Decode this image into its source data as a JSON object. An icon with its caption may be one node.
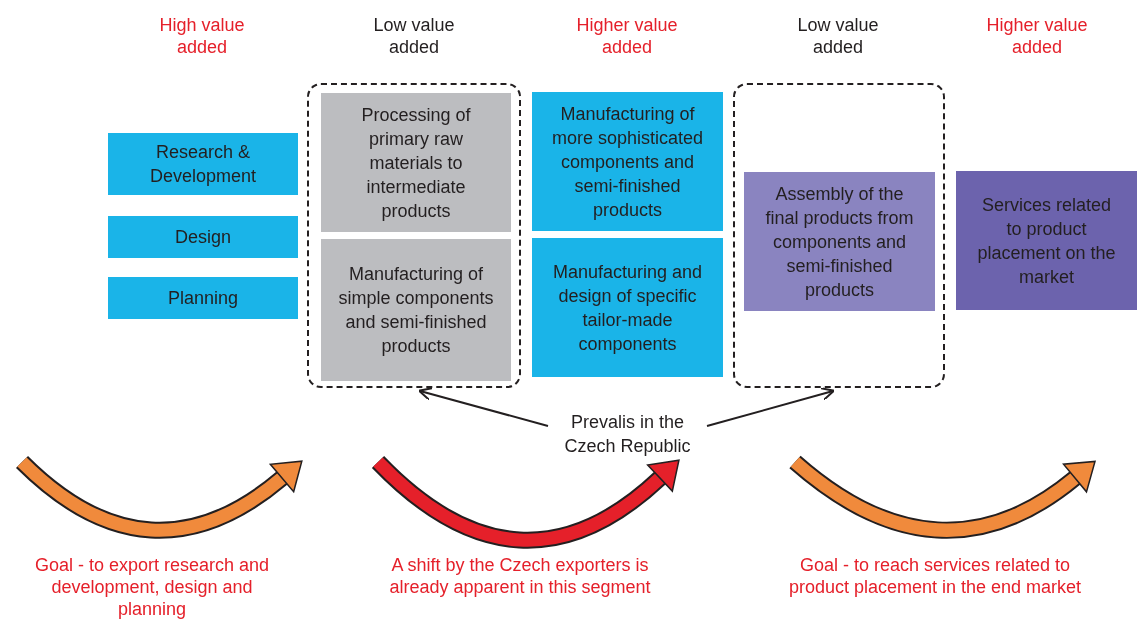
{
  "diagram": {
    "nodes": [
      {
        "text": [
          "Research & Development"
        ]
      },
      {
        "text": [
          "Design"
        ]
      },
      {
        "text": [
          "Planning"
        ]
      },
      {
        "text": [],
        "shape": "box"
      },
      {
        "text": [
          "Processing of primary raw materials to intermediate products"
        ],
        "in": 3
      },
      {
        "text": [
          "Manufacturing of simple components and semi-finished products"
        ],
        "in": 3
      },
      {
        "text": [
          "Manufacturing of more sophisticated components and semi-finished products"
        ]
      },
      {
        "text": [
          "Manufacturing and design of specific tailor-made components"
        ]
      },
      {
        "text": [],
        "shape": "box"
      },
      {
        "text": [
          "Assembly of the final products from components and semi-finished products"
        ],
        "in": 8
      },
      {
        "text": [
          "Services related to product placement on the market"
        ]
      },
      {
        "text": [
          "Prevalis in the Czech Republic"
        ]
      }
    ],
    "edges": [
      {
        "from": 11,
        "to": 3,
        "arrow": "to"
      },
      {
        "from": 11,
        "to": 8,
        "arrow": "to"
      }
    ],
    "labels": [
      "High value added",
      "Low value added",
      "Higher value added",
      "Low value added",
      "Higher value added",
      "Goal - to export research and development, design and planning",
      "A shift by the Czech exporters is already apparent in this segment",
      "Goal - to reach services related to product placement in the end market"
    ]
  }
}
